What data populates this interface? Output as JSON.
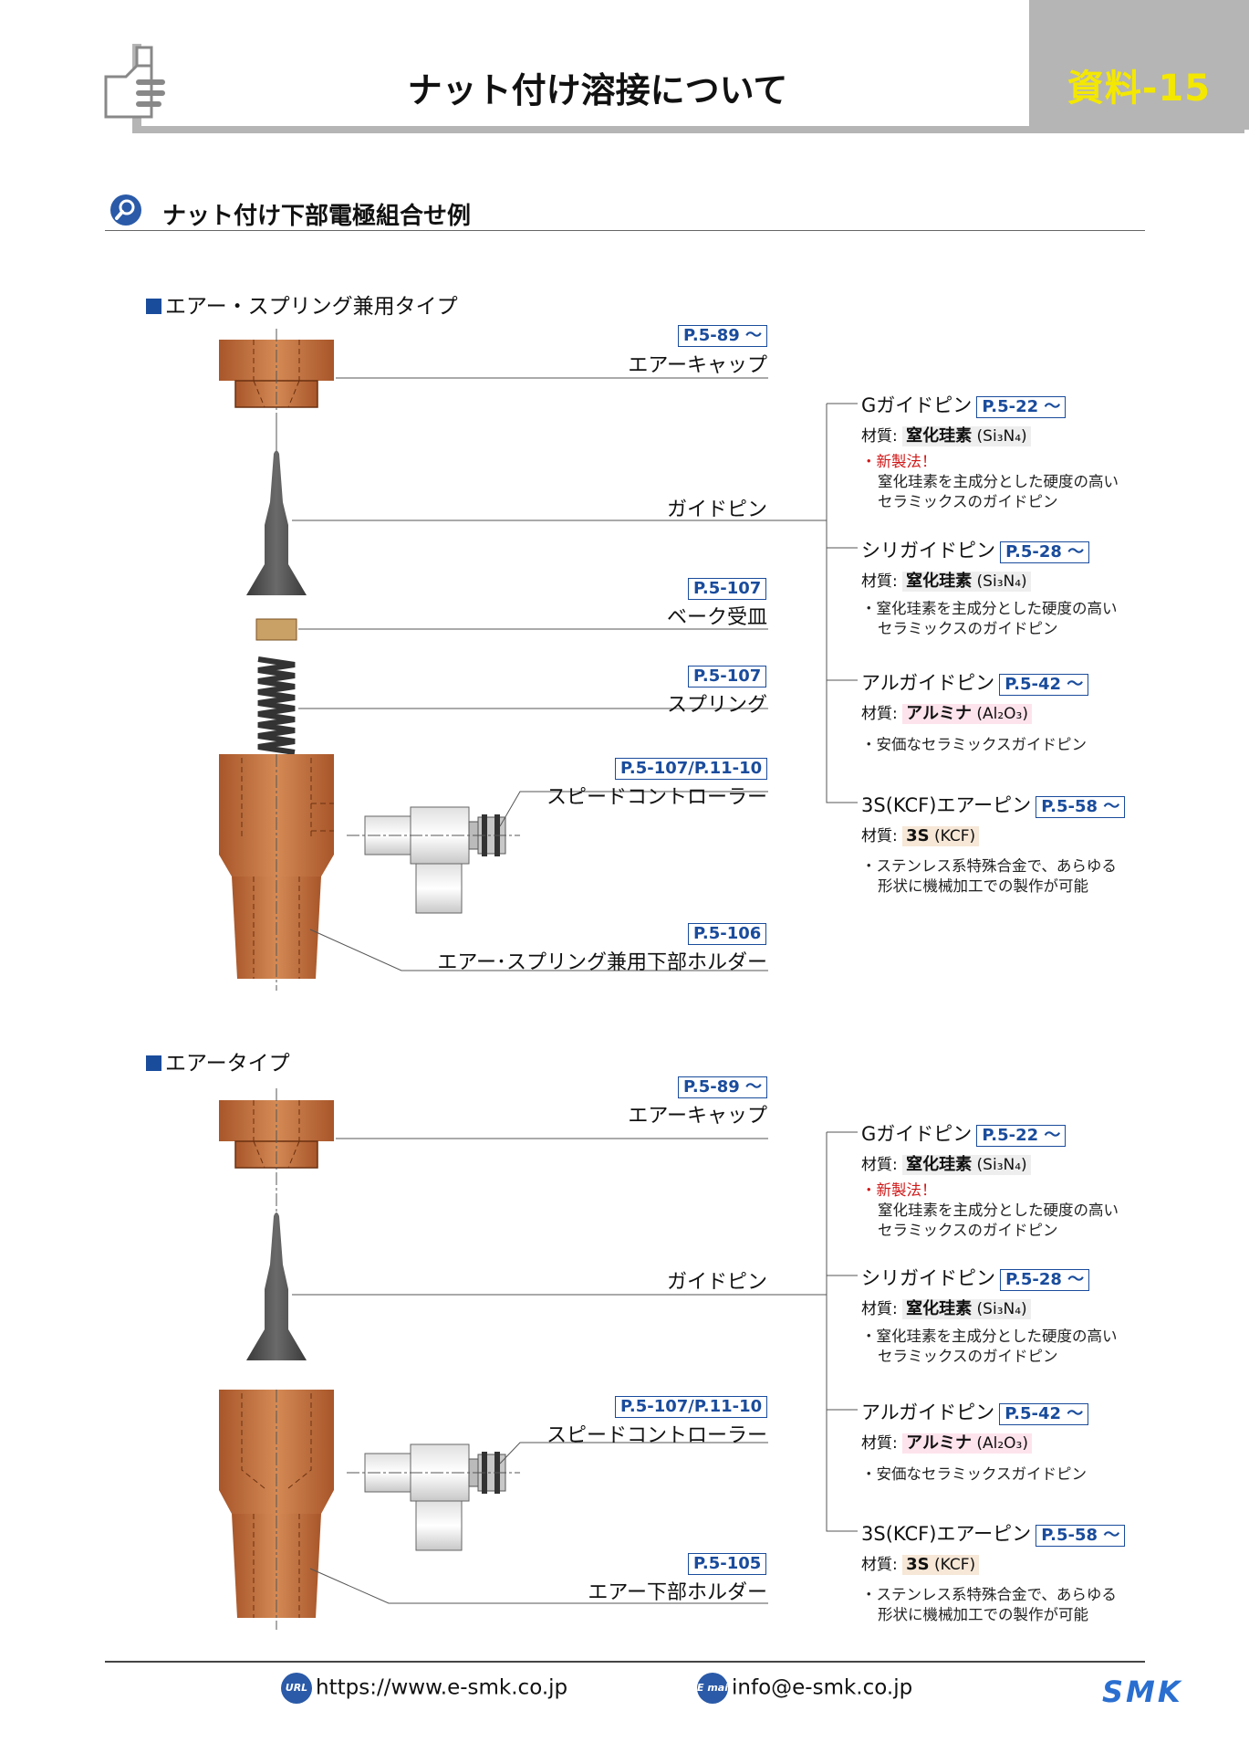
{
  "header": {
    "title": "ナット付け溶接について",
    "page_code": "資料-15"
  },
  "section": {
    "title": "ナット付け下部電極組合せ例"
  },
  "group1": {
    "title": "エアー・スプリング兼用タイプ",
    "parts": [
      {
        "ref": "P.5-89 ～",
        "label": "エアーキャップ"
      },
      {
        "ref": "",
        "label": "ガイドピン"
      },
      {
        "ref": "P.5-107",
        "label": "ベーク受皿"
      },
      {
        "ref": "P.5-107",
        "label": "スプリング"
      },
      {
        "ref": "P.5-107/P.11-10",
        "label": "スピードコントローラー"
      },
      {
        "ref": "P.5-106",
        "label": "エアー･スプリング兼用下部ホルダー"
      }
    ]
  },
  "group2": {
    "title": "エアータイプ",
    "parts": [
      {
        "ref": "P.5-89 ～",
        "label": "エアーキャップ"
      },
      {
        "ref": "",
        "label": "ガイドピン"
      },
      {
        "ref": "P.5-107/P.11-10",
        "label": "スピードコントローラー"
      },
      {
        "ref": "P.5-105",
        "label": "エアー下部ホルダー"
      }
    ]
  },
  "pins": [
    {
      "name": "Gガイドピン",
      "ref": "P.5-22 ～",
      "mat_label": "材質:",
      "mat_name": "窒化珪素",
      "mat_formula": "(Si₃N₄)",
      "new": "・新製法！",
      "desc1": "窒化珪素を主成分とした硬度の高い",
      "desc2": "セラミックスのガイドピン"
    },
    {
      "name": "シリガイドピン",
      "ref": "P.5-28 ～",
      "mat_label": "材質:",
      "mat_name": "窒化珪素",
      "mat_formula": "(Si₃N₄)",
      "desc1": "・窒化珪素を主成分とした硬度の高い",
      "desc2": "セラミックスのガイドピン"
    },
    {
      "name": "アルガイドピン",
      "ref": "P.5-42 ～",
      "mat_label": "材質:",
      "mat_name": "アルミナ",
      "mat_formula": "(Al₂O₃)",
      "desc1": "・安価なセラミックスガイドピン"
    },
    {
      "name": "3S(KCF)エアーピン",
      "ref": "P.5-58 ～",
      "mat_label": "材質:",
      "mat_name": "3S",
      "mat_formula": "(KCF)",
      "desc1": "・ステンレス系特殊合金で、あらゆる",
      "desc2": "形状に機械加工での製作が可能"
    }
  ],
  "footer": {
    "url_icon": "URL",
    "url": "https://www.e-smk.co.jp",
    "mail_icon": "E mail",
    "email": "info@e-smk.co.jp",
    "logo": "SMK"
  },
  "colors": {
    "accent_blue": "#1a4c9c",
    "header_gray": "#b5b5b5",
    "code_yellow": "#f4e800",
    "copper": "#c67a46",
    "pin_dark": "#4d4d4d",
    "new_red": "#d01818"
  }
}
